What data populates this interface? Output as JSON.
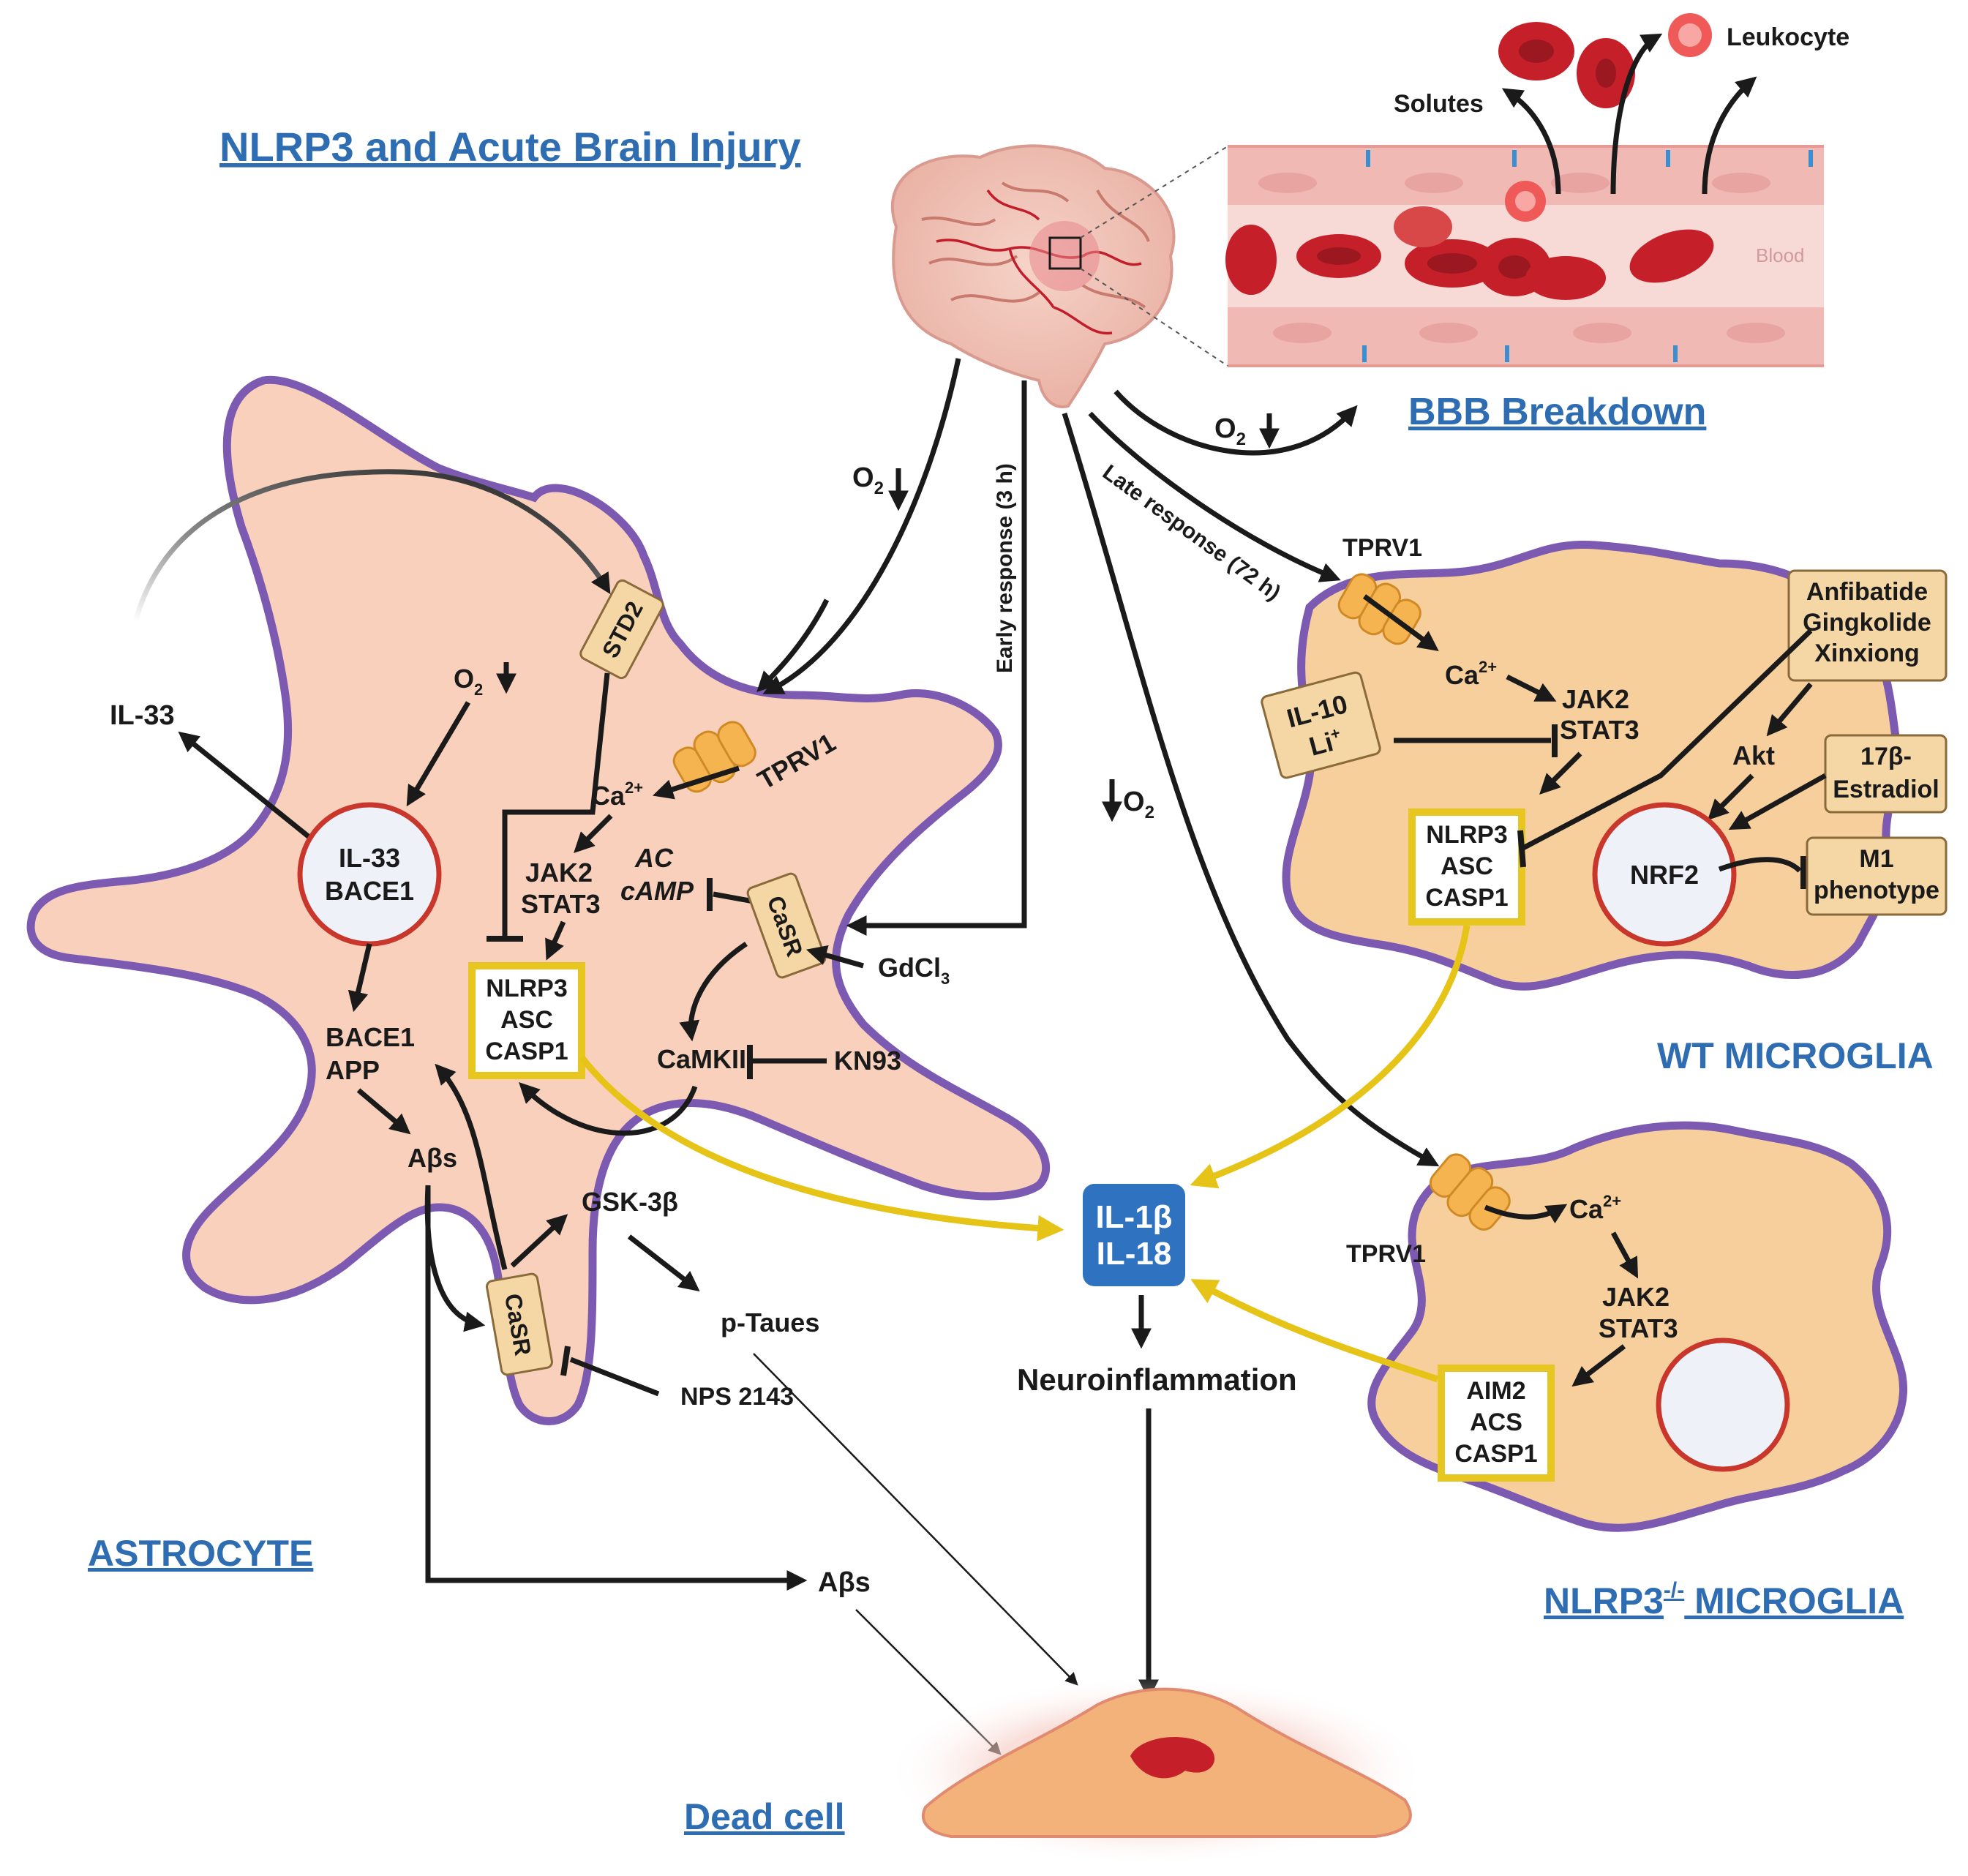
{
  "titles": {
    "main": "NLRP3 and Acute Brain Injury",
    "bbb": "BBB Breakdown",
    "astrocyte": "ASTROCYTE",
    "wt_microglia": "WT MICROGLIA",
    "ko_microglia_prefix": "NLRP3",
    "ko_microglia_sup": "-/-",
    "ko_microglia_suffix": " MICROGLIA",
    "dead_cell": "Dead cell"
  },
  "vessel": {
    "solutes": "Solutes",
    "leukocyte": "Leukocyte",
    "blood": "Blood"
  },
  "brain": {
    "o2_down": "O",
    "o2_sub": "2",
    "early_response": "Early response (3 h)",
    "late_response": "Late response (72 h)"
  },
  "astrocyte": {
    "il33_out": "IL-33",
    "std2": "STD2",
    "o2": "O",
    "o2_sub": "2",
    "nucleus_line1": "IL-33",
    "nucleus_line2": "BACE1",
    "tprv1": "TPRV1",
    "ca": "Ca",
    "ca_sup": "2+",
    "jak2": "JAK2",
    "stat3": "STAT3",
    "ac": "AC",
    "camp": "cAMP",
    "casr": "CaSR",
    "gdcl": "GdCl",
    "gdcl_sub": "3",
    "inflammasome": [
      "NLRP3",
      "ASC",
      "CASP1"
    ],
    "camkii": "CaMKII",
    "kn93": "KN93",
    "bace1": "BACE1",
    "app": "APP",
    "abs": "Aβs",
    "gsk": "GSK-3β",
    "ptaues": "p-Taues",
    "casr2": "CaSR",
    "nps": "NPS 2143",
    "abs_out": "Aβs"
  },
  "center": {
    "il1b": "IL-1β",
    "il18": "IL-18",
    "neuroinflammation": "Neuroinflammation"
  },
  "wt": {
    "tprv1": "TPRV1",
    "ca": "Ca",
    "ca_sup": "2+",
    "jak2": "JAK2",
    "stat3": "STAT3",
    "il10": "IL-10",
    "li": "Li",
    "li_sup": "+",
    "drugs": [
      "Anfibatide",
      "Gingkolide",
      "Xinxiong"
    ],
    "akt": "Akt",
    "estradiol": [
      "17β-",
      "Estradiol"
    ],
    "inflammasome": [
      "NLRP3",
      "ASC",
      "CASP1"
    ],
    "nrf2": "NRF2",
    "m1": [
      "M1",
      "phenotype"
    ]
  },
  "ko": {
    "tprv1": "TPRV1",
    "ca": "Ca",
    "ca_sup": "2+",
    "jak2": "JAK2",
    "stat3": "STAT3",
    "inflammasome": [
      "AIM2",
      "ACS",
      "CASP1"
    ]
  },
  "colors": {
    "title_blue": "#2f6db3",
    "membrane_purple": "#7d5ab1",
    "astro_fill": "#f9d0bb",
    "micro_fill": "#f7cf9c",
    "inflammasome_border": "#e8c620",
    "cytokine_box": "#2f73c0",
    "nucleus_border": "#c8362c",
    "rbc": "#c5202a"
  }
}
